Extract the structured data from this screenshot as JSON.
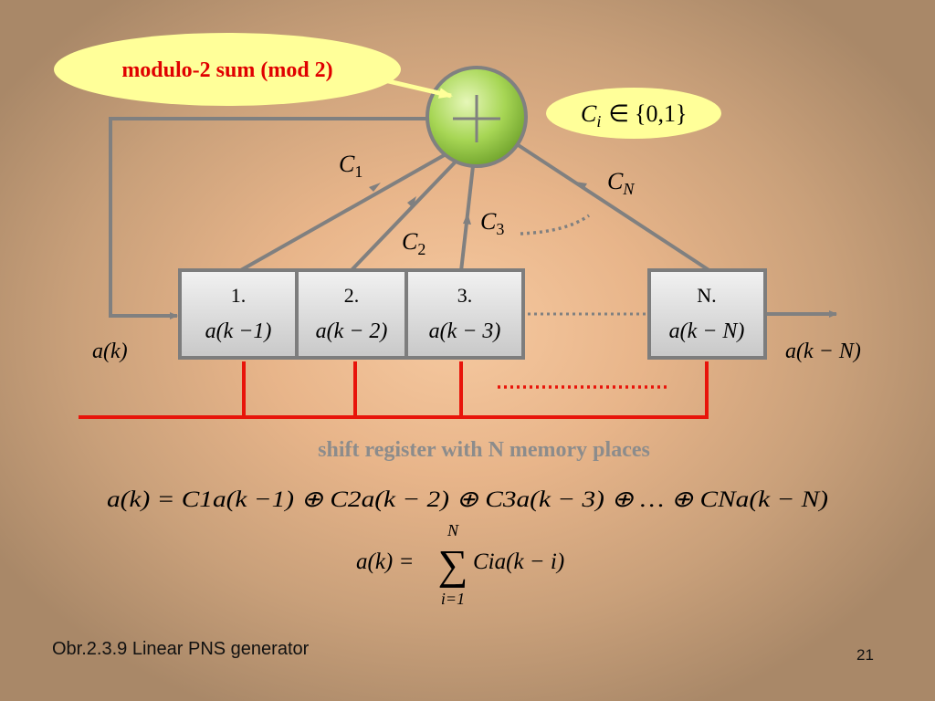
{
  "callout": {
    "text": "modulo-2 sum (mod 2)"
  },
  "ci_condition": {
    "symbol": "C",
    "sub": "i",
    "rel": "∈",
    "set": "{0,1}"
  },
  "coefficients": {
    "c1": {
      "sym": "C",
      "sub": "1"
    },
    "c2": {
      "sym": "C",
      "sub": "2"
    },
    "c3": {
      "sym": "C",
      "sub": "3"
    },
    "cn": {
      "sym": "C",
      "sub": "N"
    }
  },
  "cells": [
    {
      "index": "1.",
      "expr": "a(k −1)"
    },
    {
      "index": "2.",
      "expr": "a(k − 2)"
    },
    {
      "index": "3.",
      "expr": "a(k − 3)"
    },
    {
      "index": "N.",
      "expr": "a(k − N)"
    }
  ],
  "input_label": "a(k)",
  "output_label": "a(k − N)",
  "register_caption": "shift register with N memory places",
  "equation1": "a(k) = C1a(k −1) ⊕ C2a(k − 2) ⊕ C3a(k − 3) ⊕ … ⊕ CNa(k − N)",
  "equation2": {
    "lhs": "a(k) =",
    "upper": "N",
    "lower": "i=1",
    "sum": "∑",
    "body": "Cia(k − i)"
  },
  "figure_caption": "Obr.2.3.9 Linear PNS generator",
  "page_number": "21",
  "colors": {
    "box_fill": "#dcdcdc",
    "box_border": "#7d7d7d",
    "line_gray": "#808080",
    "red": "#e8140a",
    "adder_green": "#9ed04a",
    "callout_fill": "#ffff99",
    "caption_gray": "#8c8c8c"
  }
}
